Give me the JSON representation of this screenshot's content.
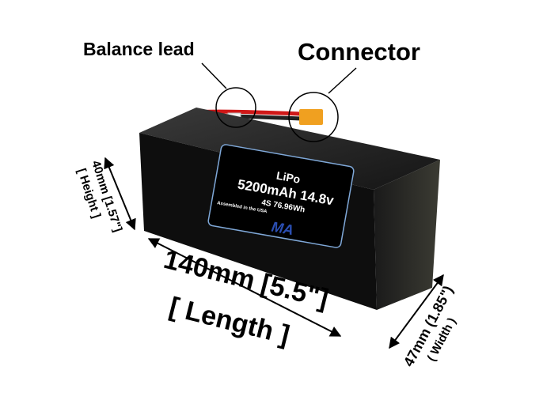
{
  "callouts": {
    "balance_lead": "Balance lead",
    "connector": "Connector"
  },
  "label": {
    "chemistry": "LiPo",
    "capacity_voltage": "5200mAh 14.8v",
    "cells_energy": "4S 76.96Wh",
    "assembled": "Assembled in the USA",
    "logo": "MA"
  },
  "dimensions": {
    "height_value": "40mm [1.57\"]",
    "height_label": "[ Height ]",
    "length_value": "140mm [5.5\"]",
    "length_label": "[ Length ]",
    "width_value": "47mm (1.85\")",
    "width_label": "( Width )"
  },
  "colors": {
    "battery": "#111111",
    "label_border": "#7fa8d8",
    "logo": "#2b4fb3",
    "connector": "#f0a020",
    "wire_red": "#d01818"
  }
}
